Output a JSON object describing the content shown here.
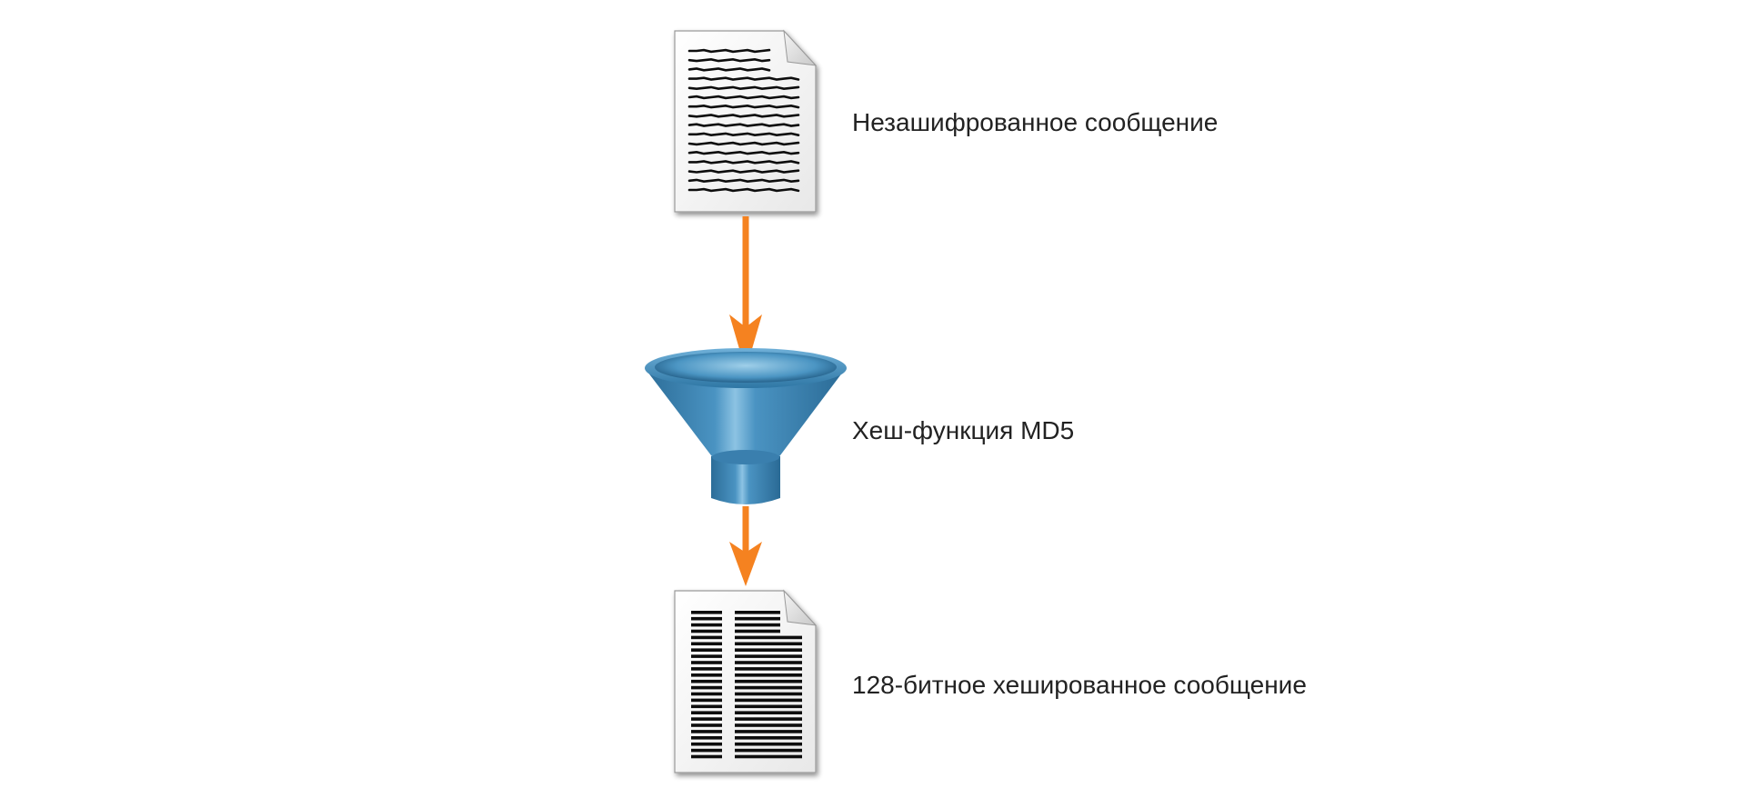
{
  "labels": {
    "plaintext": "Незашифрованное сообщение",
    "hash_function": "Хеш-функция MD5",
    "hashed_output": "128-битное хешированное сообщение"
  },
  "colors": {
    "arrow": "#f58220",
    "funnel": "#3f86b3",
    "text": "#222222"
  },
  "icons": {
    "input": "document-icon",
    "process": "funnel-icon",
    "output": "hashed-document-icon"
  }
}
